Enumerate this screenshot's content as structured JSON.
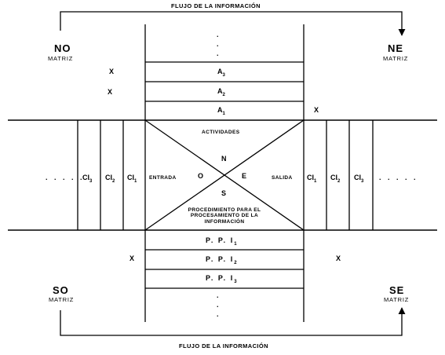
{
  "flow": {
    "top": "FLUJO DE LA INFORMACIÓN",
    "bottom": "FLUJO DE LA INFORMACIÓN"
  },
  "quadrants": {
    "no": {
      "code": "NO",
      "label": "MATRIZ"
    },
    "ne": {
      "code": "NE",
      "label": "MATRIZ"
    },
    "so": {
      "code": "SO",
      "label": "MATRIZ"
    },
    "se": {
      "code": "SE",
      "label": "MATRIZ"
    }
  },
  "marker": "X",
  "top_column": {
    "items": [
      {
        "base": "A",
        "sub": "3"
      },
      {
        "base": "A",
        "sub": "2"
      },
      {
        "base": "A",
        "sub": "1"
      }
    ]
  },
  "bottom_column": {
    "items": [
      {
        "base": "P. P. I",
        "sub": "1"
      },
      {
        "base": "P. P. I",
        "sub": "2"
      },
      {
        "base": "P. P. I",
        "sub": "3"
      }
    ]
  },
  "left_row": {
    "ellipsis": ". . . . .",
    "items": [
      {
        "base": "CI",
        "sub": "3"
      },
      {
        "base": "CI",
        "sub": "2"
      },
      {
        "base": "CI",
        "sub": "1"
      }
    ]
  },
  "right_row": {
    "ellipsis": ". . . . .",
    "items": [
      {
        "base": "CI",
        "sub": "1"
      },
      {
        "base": "CI",
        "sub": "2"
      },
      {
        "base": "CI",
        "sub": "3"
      }
    ]
  },
  "center": {
    "top": "ACTIVIDADES",
    "left": "ENTRADA",
    "right": "SALIDA",
    "bottom_lines": [
      "PROCEDIMIENTO PARA EL",
      "PROCESAMIENTO DE LA",
      "INFORMACIÓN"
    ],
    "compass": {
      "n": "N",
      "o": "O",
      "e": "E",
      "s": "S"
    }
  }
}
